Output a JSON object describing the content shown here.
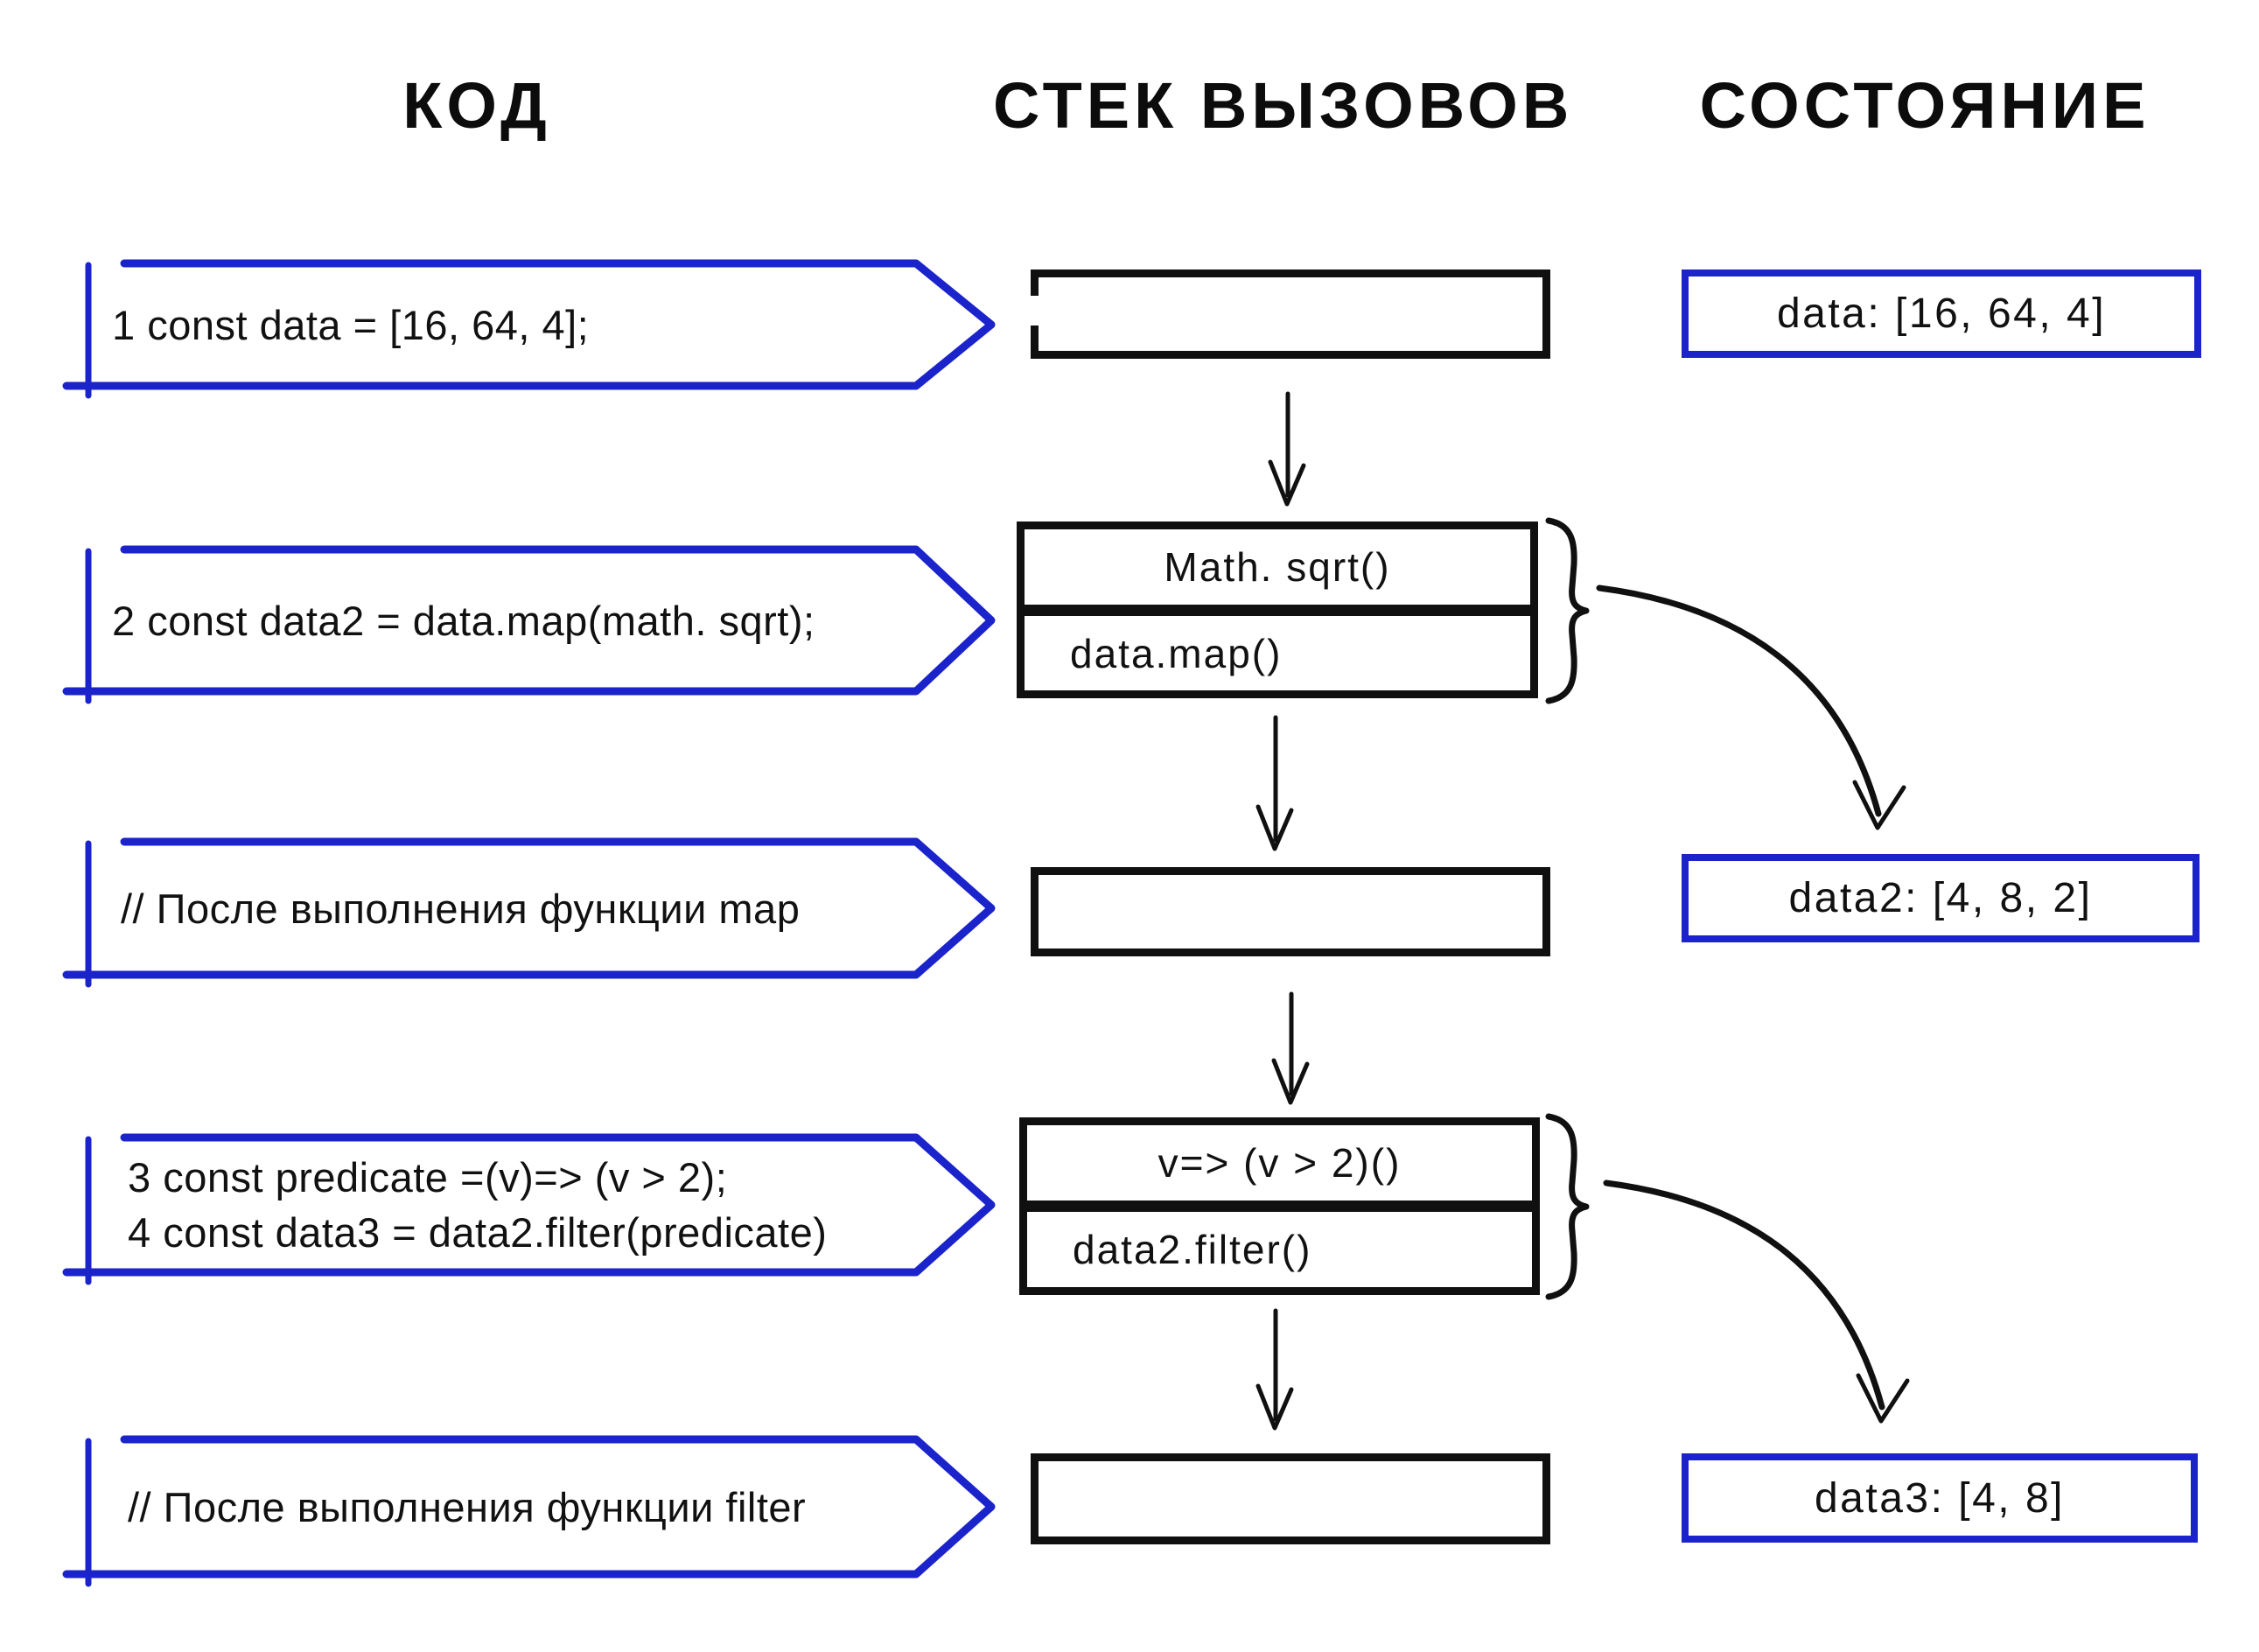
{
  "colors": {
    "accent_blue": "#1b23cb",
    "ink_black": "#101010",
    "background": "#ffffff"
  },
  "headers": {
    "code": "КОД",
    "callstack": "СТЕК ВЫЗОВОВ",
    "state": "СОСТОЯНИЕ"
  },
  "code": {
    "step1": {
      "line1": "1 const data = [16, 64, 4];"
    },
    "step2": {
      "line1": "2 const data2 = data.map(math. sqrt);"
    },
    "step3": {
      "line1": "// После выполнения функции map"
    },
    "step4": {
      "line1": "3 const predicate =(v)=> (v > 2);",
      "line2": "4 const data3 = data2.filter(predicate)"
    },
    "step5": {
      "line1": "// После выполнения функции filter"
    }
  },
  "callstack": {
    "map_call": {
      "top_frame": "Math. sqrt()",
      "bottom_frame": "data.map()"
    },
    "filter_call": {
      "top_frame": "v=> (v > 2)()",
      "bottom_frame": "data2.filter()"
    }
  },
  "state": {
    "data": "data: [16, 64, 4]",
    "data2": "data2: [4, 8, 2]",
    "data3": "data3: [4, 8]"
  }
}
